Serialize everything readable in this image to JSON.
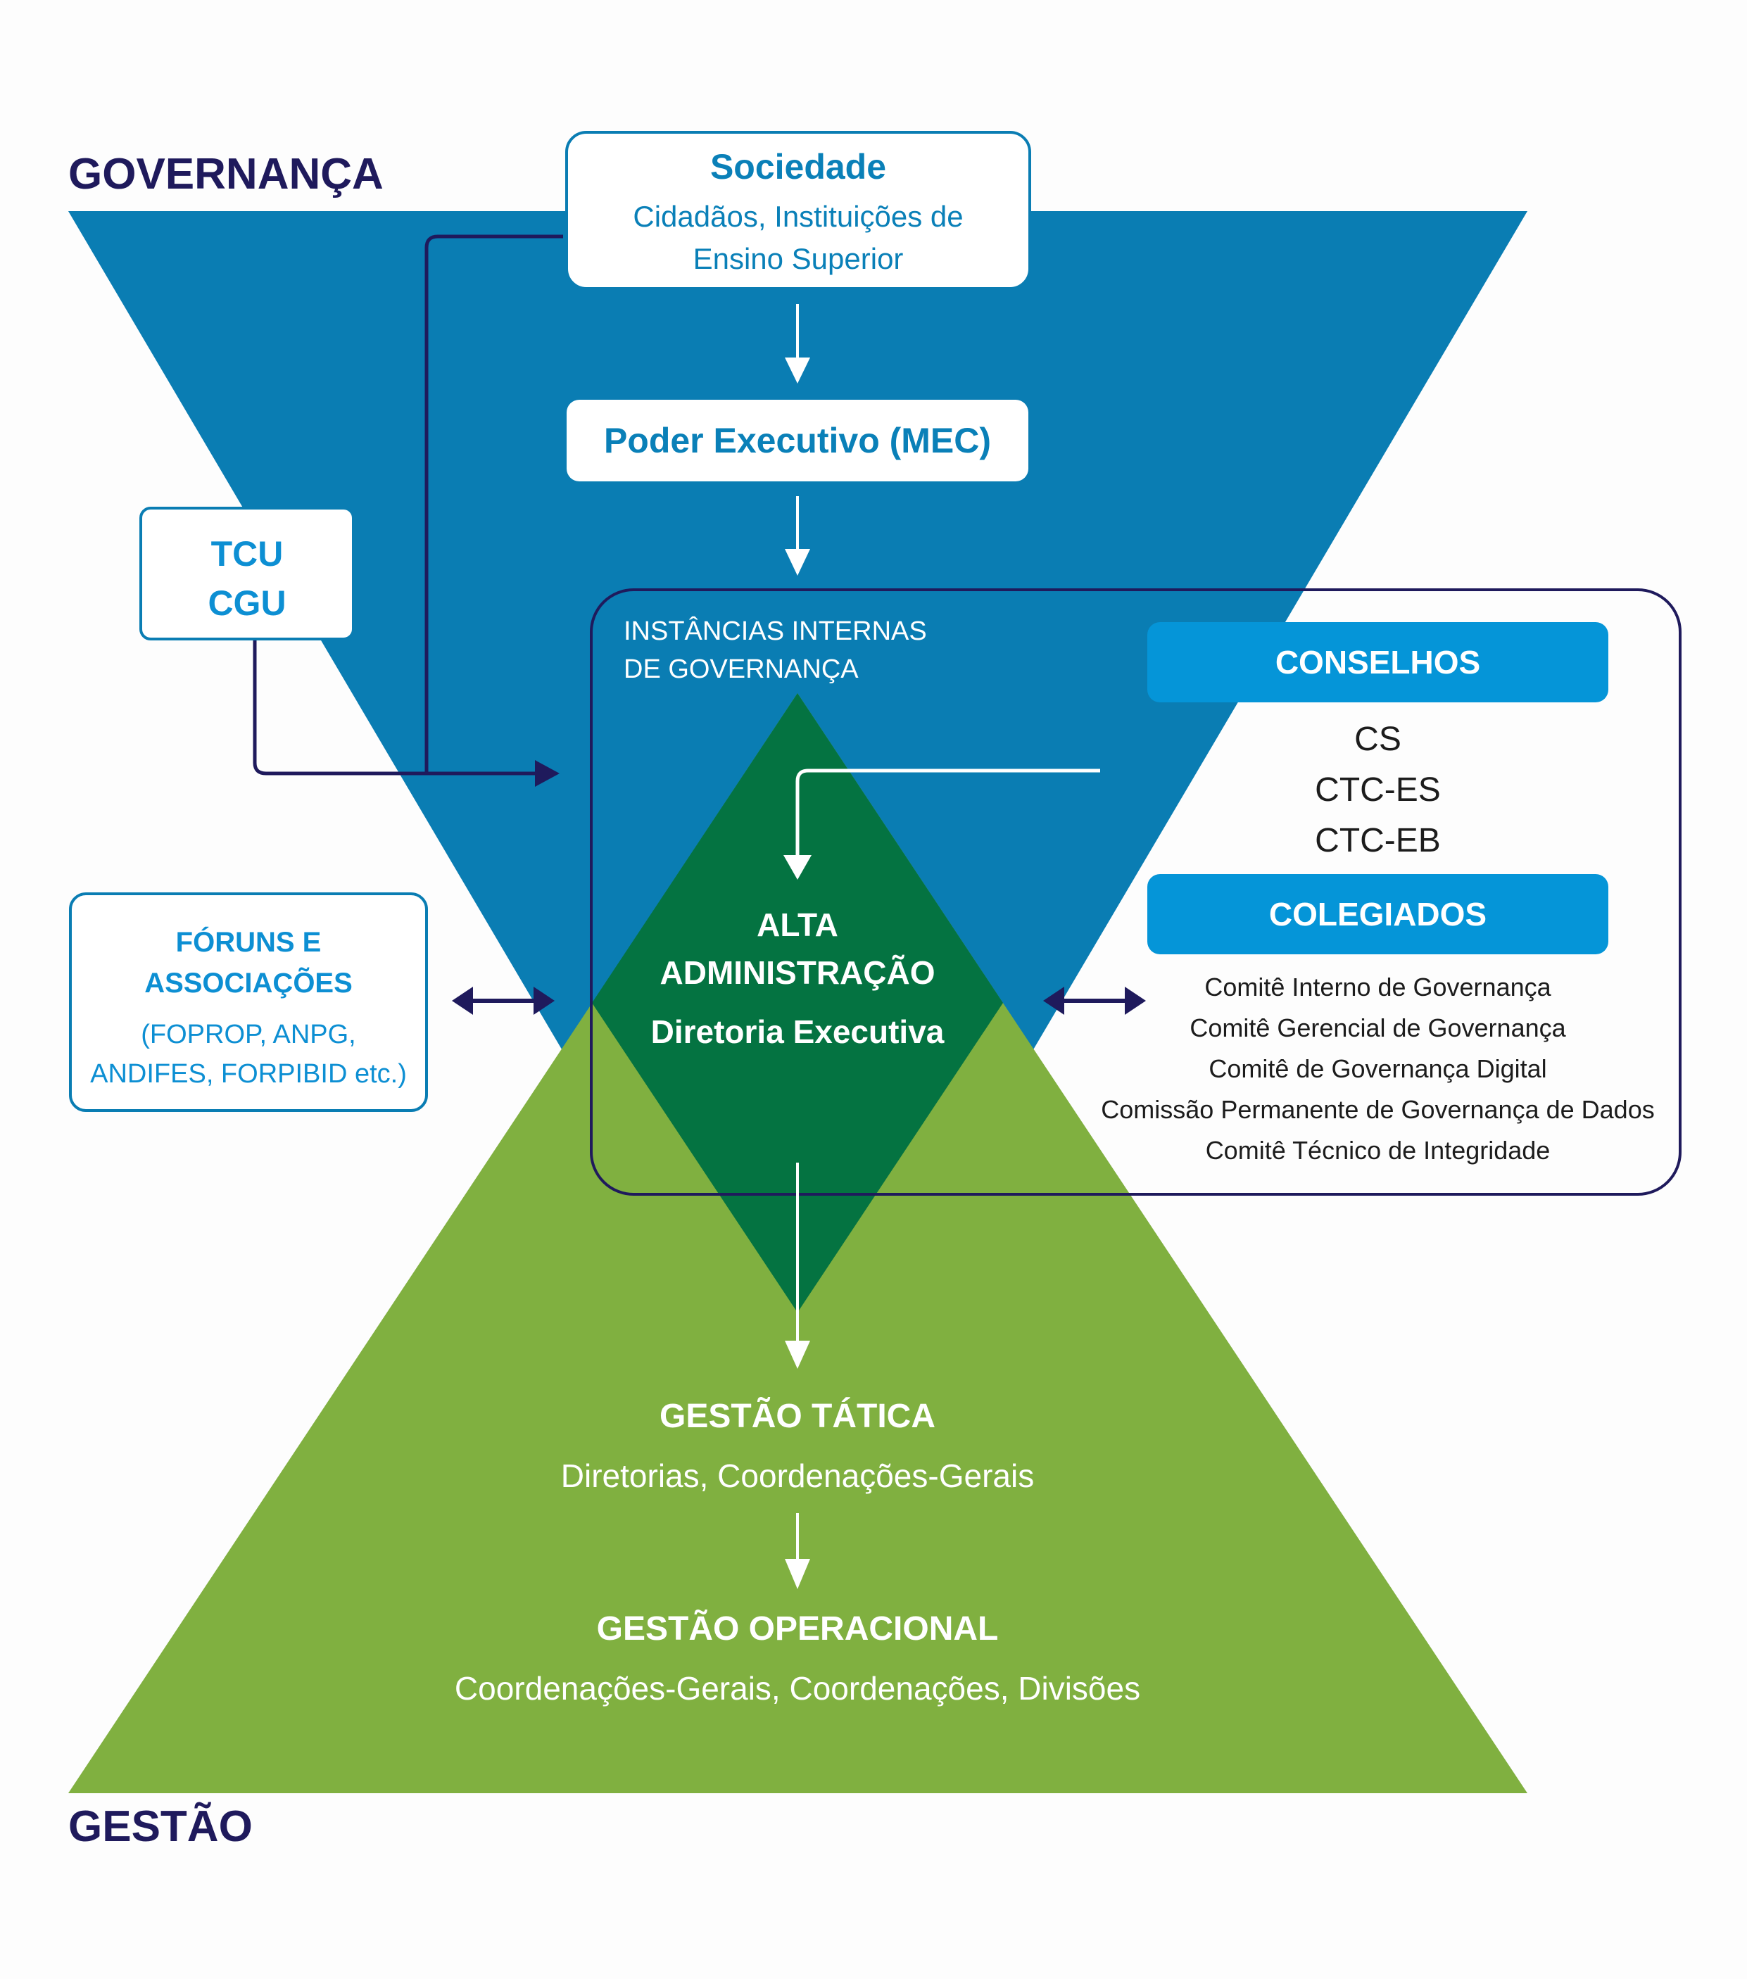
{
  "labels": {
    "governanca": "GOVERNANÇA",
    "gestao": "GESTÃO"
  },
  "sociedade": {
    "title": "Sociedade",
    "subtitle_line1": "Cidadãos, Instituições de",
    "subtitle_line2": "Ensino Superior"
  },
  "poder_executivo": {
    "title": "Poder Executivo (MEC)"
  },
  "controle": {
    "line1": "TCU",
    "line2": "CGU"
  },
  "foruns": {
    "title_line1": "FÓRUNS E",
    "title_line2": "ASSOCIAÇÕES",
    "detail_line1": "(FOPROP, ANPG,",
    "detail_line2": "ANDIFES, FORPIBID etc.)"
  },
  "instancias": {
    "title_line1": "INSTÂNCIAS INTERNAS",
    "title_line2": "DE GOVERNANÇA"
  },
  "alta_administracao": {
    "line1": "ALTA",
    "line2": "ADMINISTRAÇÃO",
    "line3": "Diretoria Executiva"
  },
  "conselhos": {
    "header": "CONSELHOS",
    "items": [
      "CS",
      "CTC-ES",
      "CTC-EB"
    ]
  },
  "colegiados": {
    "header": "COLEGIADOS",
    "items": [
      "Comitê Interno de Governança",
      "Comitê Gerencial de Governança",
      "Comitê de Governança Digital",
      "Comissão Permanente de Governança de Dados",
      "Comitê Técnico de Integridade"
    ]
  },
  "gestao_tatica": {
    "title": "GESTÃO TÁTICA",
    "subtitle": "Diretorias, Coordenações-Gerais"
  },
  "gestao_operacional": {
    "title": "GESTÃO OPERACIONAL",
    "subtitle": "Coordenações-Gerais, Coordenações, Divisões"
  },
  "colors": {
    "governance_blue": "#0a7db3",
    "management_green": "#80b040",
    "alta_admin_green": "#047341",
    "navy": "#1f1a5c",
    "header_blue": "#0595d8"
  }
}
